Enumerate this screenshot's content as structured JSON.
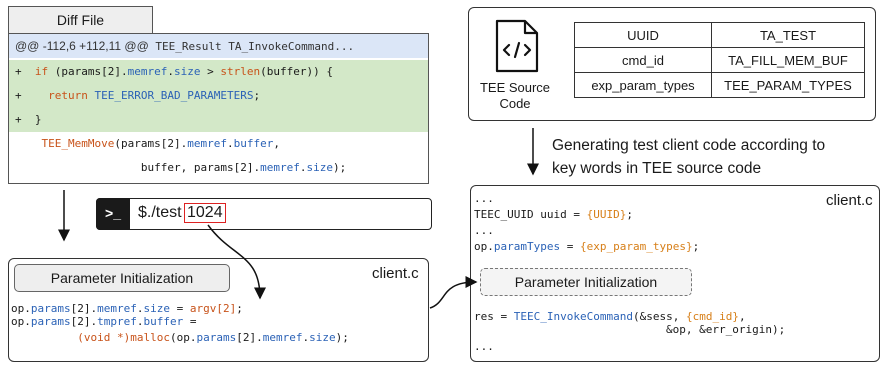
{
  "diff": {
    "tab_label": "Diff File",
    "hunk_header": "@@ -112,6 +112,11 @@",
    "hunk_context": " TEE_Result TA_InvokeCommand...",
    "plus": "+"
  },
  "code_tokens": {
    "if_kw": "if",
    "params": "params",
    "memref": "memref",
    "size": "size",
    "buffer": "buffer",
    "strlen": "strlen",
    "ret_kw": "return",
    "err": "TEE_ERROR_BAD_PARAMETERS",
    "close": "}",
    "memmove": "TEE_MemMove",
    "op": "op",
    "tmpref": "tmpref",
    "argv": "argv",
    "void_kw": "(void *)",
    "malloc": "malloc",
    "uuid_t": "TEEC_UUID",
    "paramTypes": "paramTypes",
    "invoke": "TEEC_InvokeCommand",
    "ellipsis": "..."
  },
  "tee_source": {
    "label_line1": "TEE Source",
    "label_line2": "Code",
    "table": [
      [
        "UUID",
        "TA_TEST"
      ],
      [
        "cmd_id",
        "TA_FILL_MEM_BUF"
      ],
      [
        "exp_param_types",
        "TEE_PARAM_TYPES"
      ]
    ]
  },
  "generate_caption": {
    "line1": "Generating test client code according to",
    "line2": "key words in TEE source code"
  },
  "terminal": {
    "prompt_symbol": ">_",
    "command": "$./test",
    "argument": "1024"
  },
  "client_left": {
    "filename": "client.c",
    "param_init_label": "Parameter Initialization"
  },
  "client_right": {
    "filename": "client.c",
    "param_init_label": "Parameter Initialization",
    "uuid_placeholder": "{UUID}",
    "exp_param_placeholder": "{exp_param_types}",
    "cmd_id_placeholder": "{cmd_id}"
  },
  "colors": {
    "keyword": "#c8531a",
    "function": "#2b62b6",
    "added_bg": "#d3e8c8",
    "hunk_bg": "#dbe6f7",
    "highlight_red": "#d22222",
    "placeholder": "#d77f18"
  }
}
